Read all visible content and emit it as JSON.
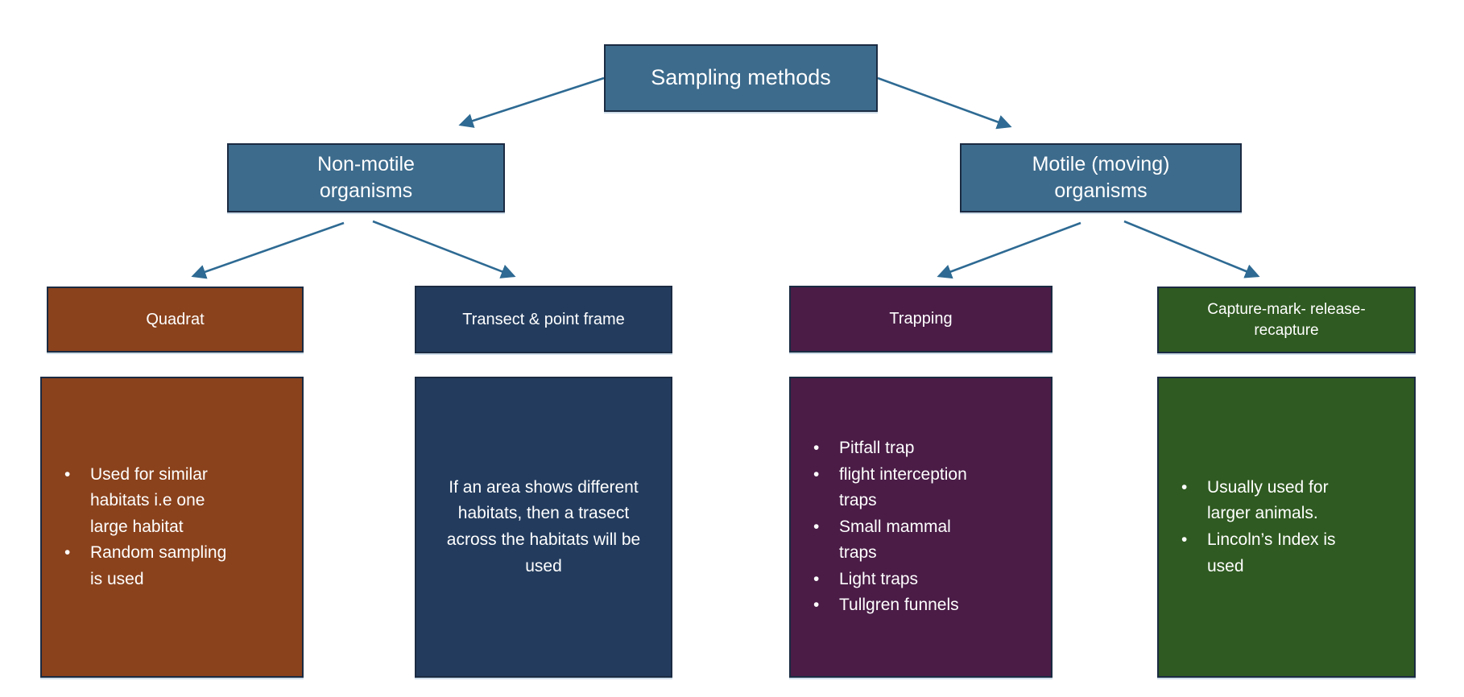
{
  "diagram": {
    "title": "Sampling methods",
    "nodes": {
      "root": {
        "label": "Sampling methods"
      },
      "nonmotile": {
        "label": "Non-motile\norganisms"
      },
      "motile": {
        "label": "Motile (moving)\norganisms"
      },
      "quadrat": {
        "label": "Quadrat"
      },
      "transect": {
        "label": "Transect & point frame"
      },
      "trapping": {
        "label": "Trapping"
      },
      "capture": {
        "label": "Capture-mark- release-\nrecapture"
      }
    },
    "panels": {
      "quadrat": {
        "bullets": [
          "Used for similar habitats i.e one large habitat",
          "Random sampling is used"
        ]
      },
      "transect": {
        "text": "If an area shows different habitats, then a trasect across the habitats will be used"
      },
      "trapping": {
        "bullets": [
          "Pitfall trap",
          "flight interception traps",
          "Small mammal traps",
          "Light traps",
          "Tullgren funnels"
        ]
      },
      "capture": {
        "bullets": [
          "Usually used for larger animals.",
          "Lincoln’s Index is used"
        ]
      }
    },
    "edges": [
      {
        "from": "root",
        "to": "nonmotile"
      },
      {
        "from": "root",
        "to": "motile"
      },
      {
        "from": "nonmotile",
        "to": "quadrat"
      },
      {
        "from": "nonmotile",
        "to": "transect"
      },
      {
        "from": "motile",
        "to": "trapping"
      },
      {
        "from": "motile",
        "to": "capture"
      }
    ],
    "colors": {
      "level12_fill": "#3d6b8c",
      "quadrat_fill": "#8a421c",
      "transect_fill": "#233c5e",
      "trapping_fill": "#4a1c46",
      "capture_fill": "#2f5a21",
      "border": "#1b2b42",
      "arrow": "#2e6a93",
      "text": "#ffffff",
      "background": "#ffffff"
    }
  }
}
